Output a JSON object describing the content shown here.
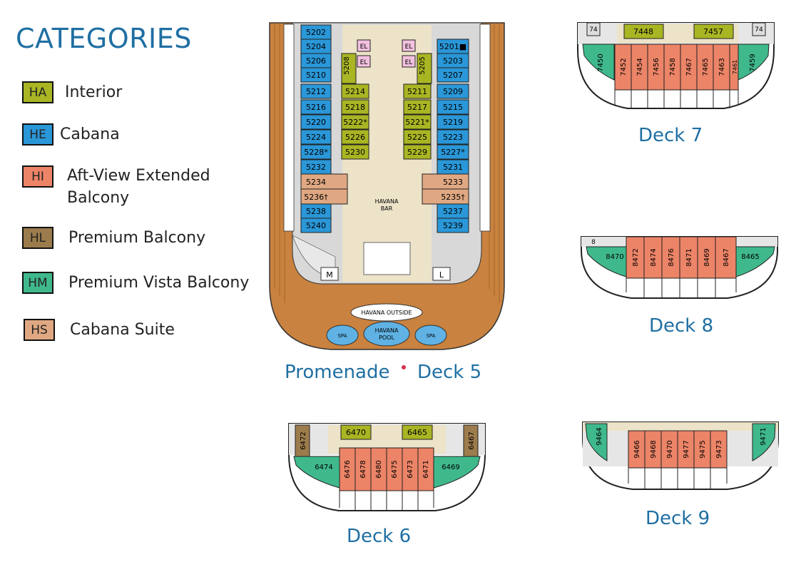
{
  "legend": {
    "title": "CATEGORIES",
    "items": [
      {
        "code": "HA",
        "label": "Interior",
        "color": "#a9b523"
      },
      {
        "code": "HE",
        "label": "Cabana",
        "color": "#2a97d8"
      },
      {
        "code": "HI",
        "label": "Aft-View Extended",
        "label2": "Balcony",
        "color": "#ec8467"
      },
      {
        "code": "HL",
        "label": "Premium Balcony",
        "color": "#9c7c4c"
      },
      {
        "code": "HM",
        "label": "Premium Vista Balcony",
        "color": "#3fb98c"
      },
      {
        "code": "HS",
        "label": "Cabana Suite",
        "color": "#e0a882"
      }
    ]
  },
  "decks": {
    "deck5": {
      "caption_left": "Promenade",
      "caption_right": "Deck 5",
      "left_cabins": [
        "5202",
        "5204",
        "5206",
        "5210",
        "5212",
        "5216",
        "5220",
        "5224",
        "5228*",
        "5232"
      ],
      "left_suites": [
        "5234",
        "5236†"
      ],
      "left_lower": [
        "5238",
        "5240"
      ],
      "right_cabins": [
        "5201■",
        "5203",
        "5207",
        "5209",
        "5215",
        "5219",
        "5223",
        "5227*",
        "5231"
      ],
      "right_suites": [
        "5233",
        "5235†"
      ],
      "right_lower": [
        "5237",
        "5239"
      ],
      "inner_left": [
        "5214",
        "5218",
        "5222*",
        "5226",
        "5230"
      ],
      "inner_right": [
        "5211",
        "5217",
        "5221*",
        "5225",
        "5229"
      ],
      "inner_left_vertical": "5208",
      "inner_right_vertical": "5205",
      "elevators": [
        "EL",
        "EL",
        "EL",
        "EL"
      ],
      "bar": "HAVANA",
      "bar2": "BAR",
      "m_label": "M",
      "l_label": "L",
      "outside": "HAVANA OUTSIDE",
      "pool": "HAVANA",
      "pool2": "POOL",
      "spa_left": "SPA",
      "spa_right": "SPA"
    },
    "deck6": {
      "caption": "Deck 6",
      "interior": [
        "6470",
        "6465"
      ],
      "premium": [
        "6472",
        "6467"
      ],
      "vista": [
        "6474",
        "6469"
      ],
      "aft": [
        "6476",
        "6478",
        "6480",
        "6475",
        "6473",
        "6471"
      ]
    },
    "deck7": {
      "caption": "Deck 7",
      "interior": [
        "7448",
        "7457"
      ],
      "edge": [
        "74",
        "74"
      ],
      "vista": [
        "7450",
        "7459"
      ],
      "aft": [
        "7452",
        "7454",
        "7456",
        "7458",
        "7467",
        "7465",
        "7463",
        "7461"
      ]
    },
    "deck8": {
      "caption": "Deck 8",
      "edge": "8",
      "vista": [
        "8470",
        "8465"
      ],
      "aft": [
        "8472",
        "8474",
        "8476",
        "8471",
        "8469",
        "8467"
      ]
    },
    "deck9": {
      "caption": "Deck 9",
      "vista": [
        "9464",
        "9471"
      ],
      "aft": [
        "9466",
        "9468",
        "9470",
        "9477",
        "9475",
        "9473"
      ]
    }
  }
}
